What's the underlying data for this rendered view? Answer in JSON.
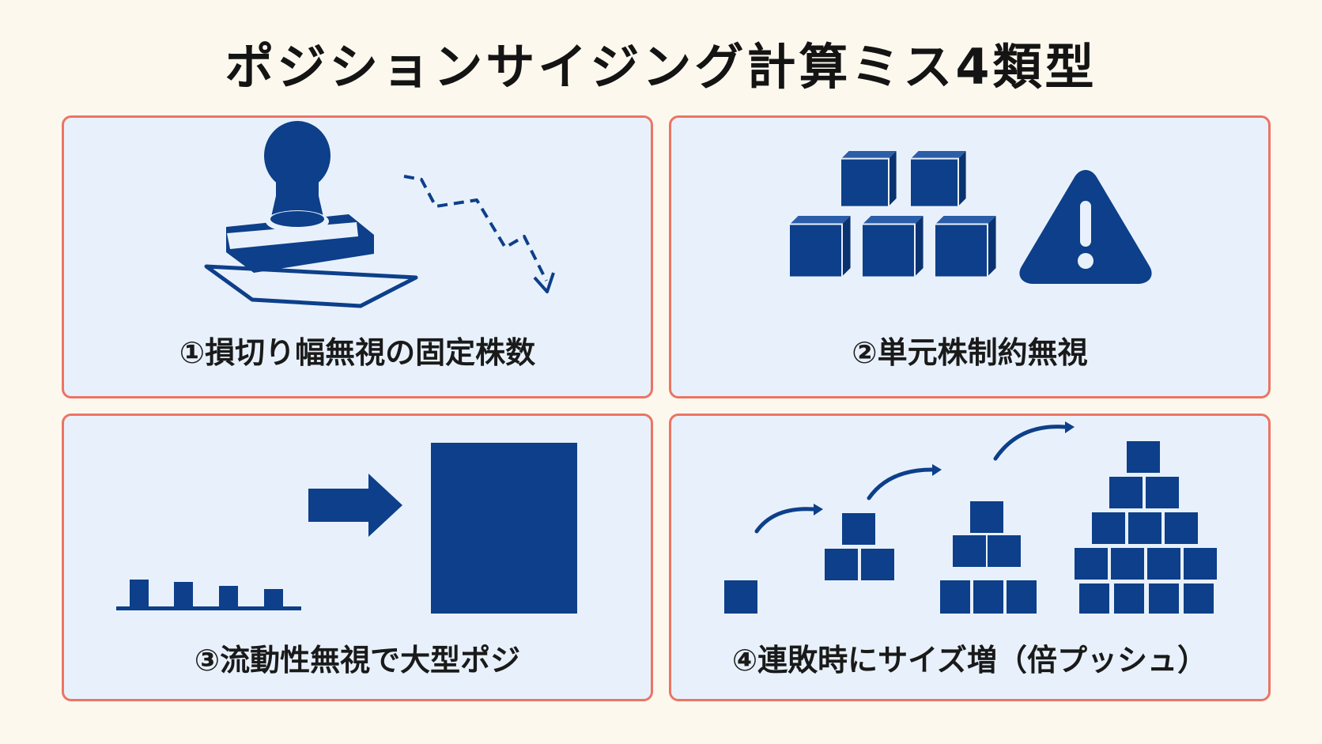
{
  "title": "ポジションサイジング計算ミス4類型",
  "colors": {
    "icon": "#0d3f8a",
    "border": "#ec7464",
    "panel": "#e8f1fb",
    "background": "#fdf8ee"
  },
  "panels": [
    {
      "label": "①損切り幅無視の固定株数",
      "icons": [
        "stamp-icon",
        "dashed-downtrend-arrow-icon"
      ]
    },
    {
      "label": "②単元株制約無視",
      "icons": [
        "cube-stack-icon",
        "warning-icon"
      ]
    },
    {
      "label": "③流動性無視で大型ポジ",
      "icons": [
        "small-volume-bars-icon",
        "right-arrow-icon",
        "large-block-icon"
      ]
    },
    {
      "label": "④連敗時にサイズ増（倍プッシュ）",
      "icons": [
        "growing-pyramid-icon",
        "curved-arrow-icon"
      ]
    }
  ]
}
